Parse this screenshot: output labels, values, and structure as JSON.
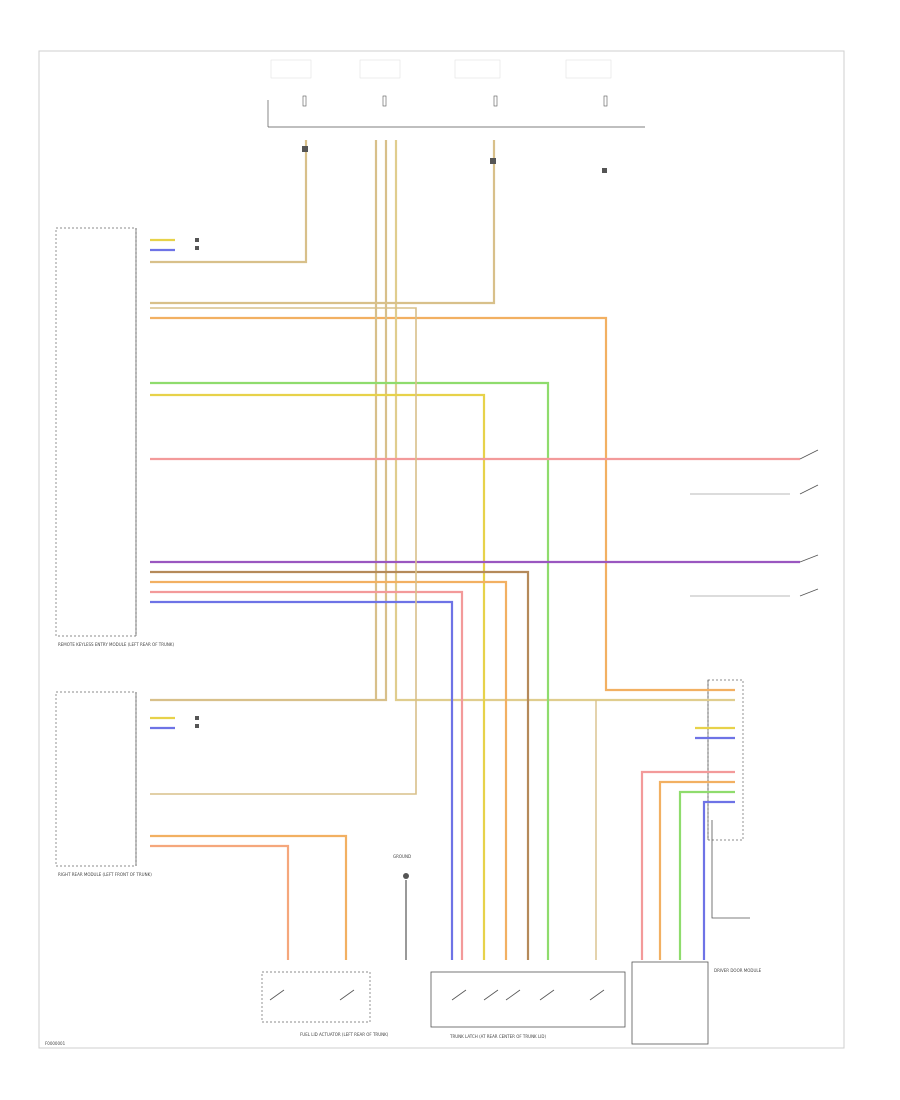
{
  "diagram": {
    "page_id": "F0000001",
    "module_labels": {
      "left_module": "REMOTE KEYLESS ENTRY MODULE (LEFT REAR OF TRUNK)",
      "right_module": "RIGHT REAR MODULE (LEFT FRONT OF TRUNK)",
      "trunk_lock": "TRUNK LATCH (AT REAR CENTER OF TRUNK LID)",
      "fuel_lid": "FUEL LID ACTUATOR (LEFT REAR OF TRUNK)",
      "ground": "GROUND",
      "right_box": "DRIVER DOOR MODULE"
    },
    "colors": {
      "tan": "#d8c08a",
      "yellow": "#e7d24a",
      "orange": "#f2b062",
      "red": "#f39a9a",
      "pink": "#ef7f86",
      "violet": "#9a57c0",
      "green": "#8fdc6d",
      "blue": "#6e73e6",
      "brown": "#b58a5a",
      "grey": "#7a7a7a"
    }
  }
}
